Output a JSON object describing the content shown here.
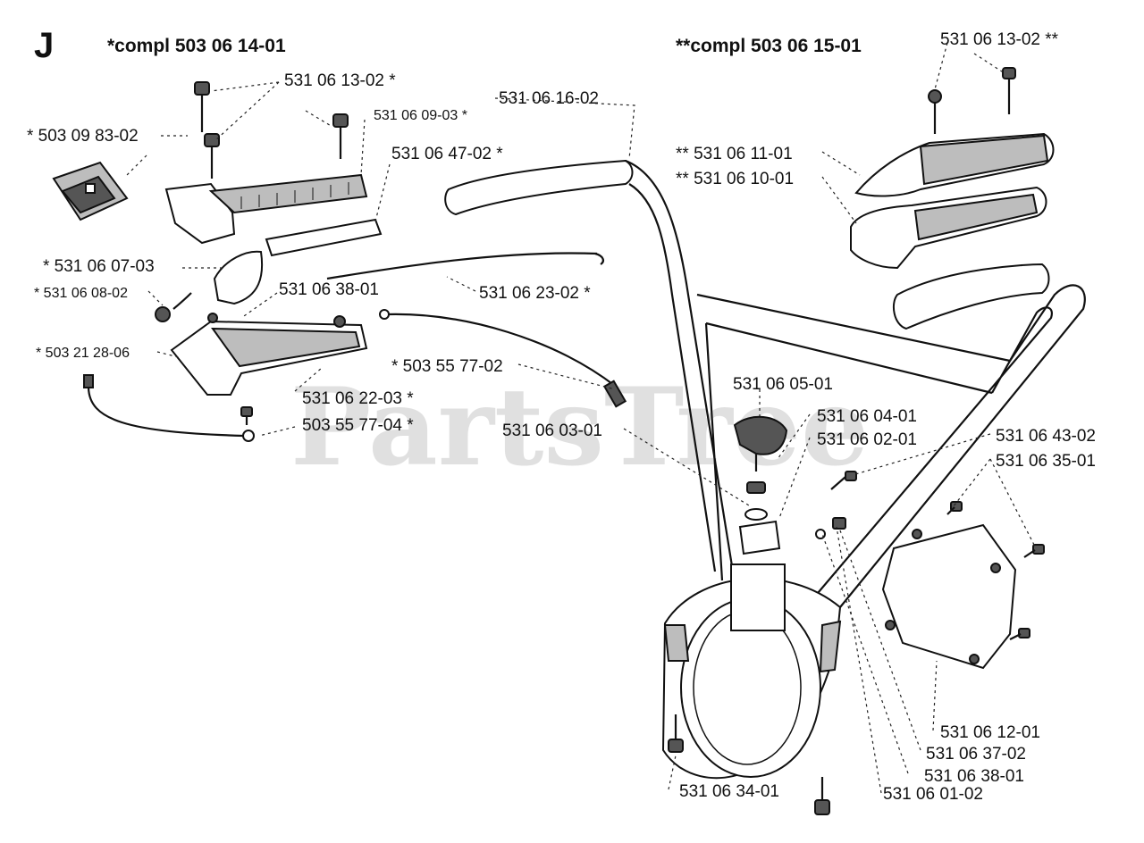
{
  "section": "J",
  "headers": {
    "left": "*compl 503 06 14-01",
    "right": "**compl 503 06 15-01"
  },
  "watermark": "PartsTree",
  "labels": [
    {
      "id": "l01",
      "text": "531 06 13-02 *"
    },
    {
      "id": "l02",
      "text": "531 06 09-03 *"
    },
    {
      "id": "l03",
      "text": "* 503 09 83-02"
    },
    {
      "id": "l04",
      "text": "531 06 47-02 *"
    },
    {
      "id": "l05",
      "text": "531 06 16-02"
    },
    {
      "id": "l06",
      "text": "* 531 06 07-03"
    },
    {
      "id": "l07",
      "text": "* 531 06 08-02"
    },
    {
      "id": "l08",
      "text": "531 06 38-01"
    },
    {
      "id": "l09",
      "text": "531 06 23-02 *"
    },
    {
      "id": "l10",
      "text": "* 503 21 28-06"
    },
    {
      "id": "l11",
      "text": "* 503 55 77-02"
    },
    {
      "id": "l12",
      "text": "531 06 22-03 *"
    },
    {
      "id": "l13",
      "text": "503 55 77-04 *"
    },
    {
      "id": "l14",
      "text": "531 06 03-01"
    },
    {
      "id": "l15",
      "text": "531 06 13-02 **"
    },
    {
      "id": "l16",
      "text": "** 531 06 11-01"
    },
    {
      "id": "l17",
      "text": "** 531 06 10-01"
    },
    {
      "id": "l18",
      "text": "531 06 05-01"
    },
    {
      "id": "l19",
      "text": "531 06 04-01"
    },
    {
      "id": "l20",
      "text": "531 06 02-01"
    },
    {
      "id": "l21",
      "text": "531 06 43-02"
    },
    {
      "id": "l22",
      "text": "531 06 35-01"
    },
    {
      "id": "l23",
      "text": "531 06 12-01"
    },
    {
      "id": "l24",
      "text": "531 06 37-02"
    },
    {
      "id": "l25",
      "text": "531 06 38-01"
    },
    {
      "id": "l26",
      "text": "531 06 01-02"
    },
    {
      "id": "l27",
      "text": "531 06 34-01"
    }
  ]
}
